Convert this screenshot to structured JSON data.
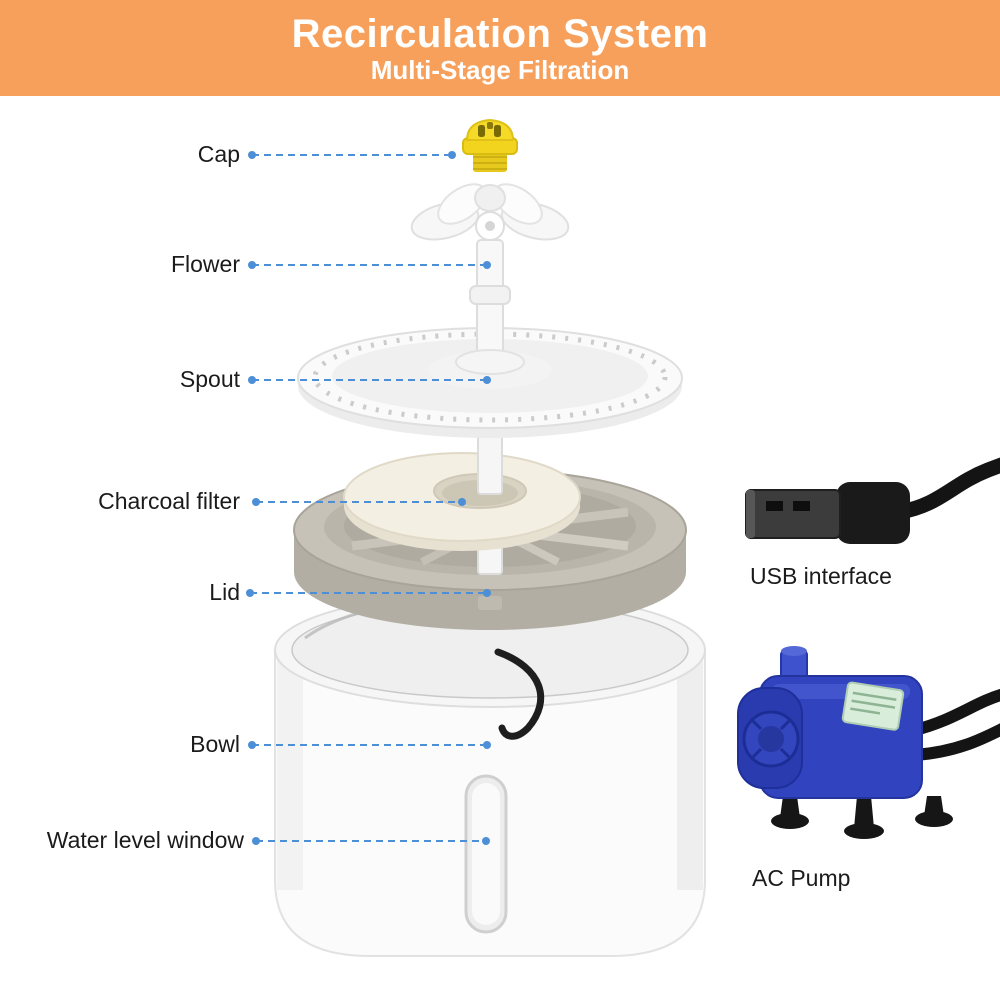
{
  "header": {
    "title": "Recirculation System",
    "subtitle": "Multi-Stage Filtration"
  },
  "diagram": {
    "parts": [
      {
        "id": "cap",
        "label": "Cap"
      },
      {
        "id": "flower",
        "label": "Flower"
      },
      {
        "id": "spout",
        "label": "Spout"
      },
      {
        "id": "charcoal-filter",
        "label": "Charcoal filter"
      },
      {
        "id": "lid",
        "label": "Lid"
      },
      {
        "id": "bowl",
        "label": "Bowl"
      },
      {
        "id": "water-level-window",
        "label": "Water level window"
      }
    ],
    "accessories": [
      {
        "id": "usb-interface",
        "label": "USB interface"
      },
      {
        "id": "ac-pump",
        "label": "AC Pump"
      }
    ]
  },
  "colors": {
    "header_bg": "#F7A05C",
    "leader_line": "#4D8FD6",
    "cap_yellow": "#F2D41F",
    "lid_gray": "#C6C2B7",
    "filter_cream": "#F4EFE3",
    "bowl_white": "#FBFBFB",
    "pump_blue": "#3143BE",
    "label_text": "#1B1B1B"
  }
}
